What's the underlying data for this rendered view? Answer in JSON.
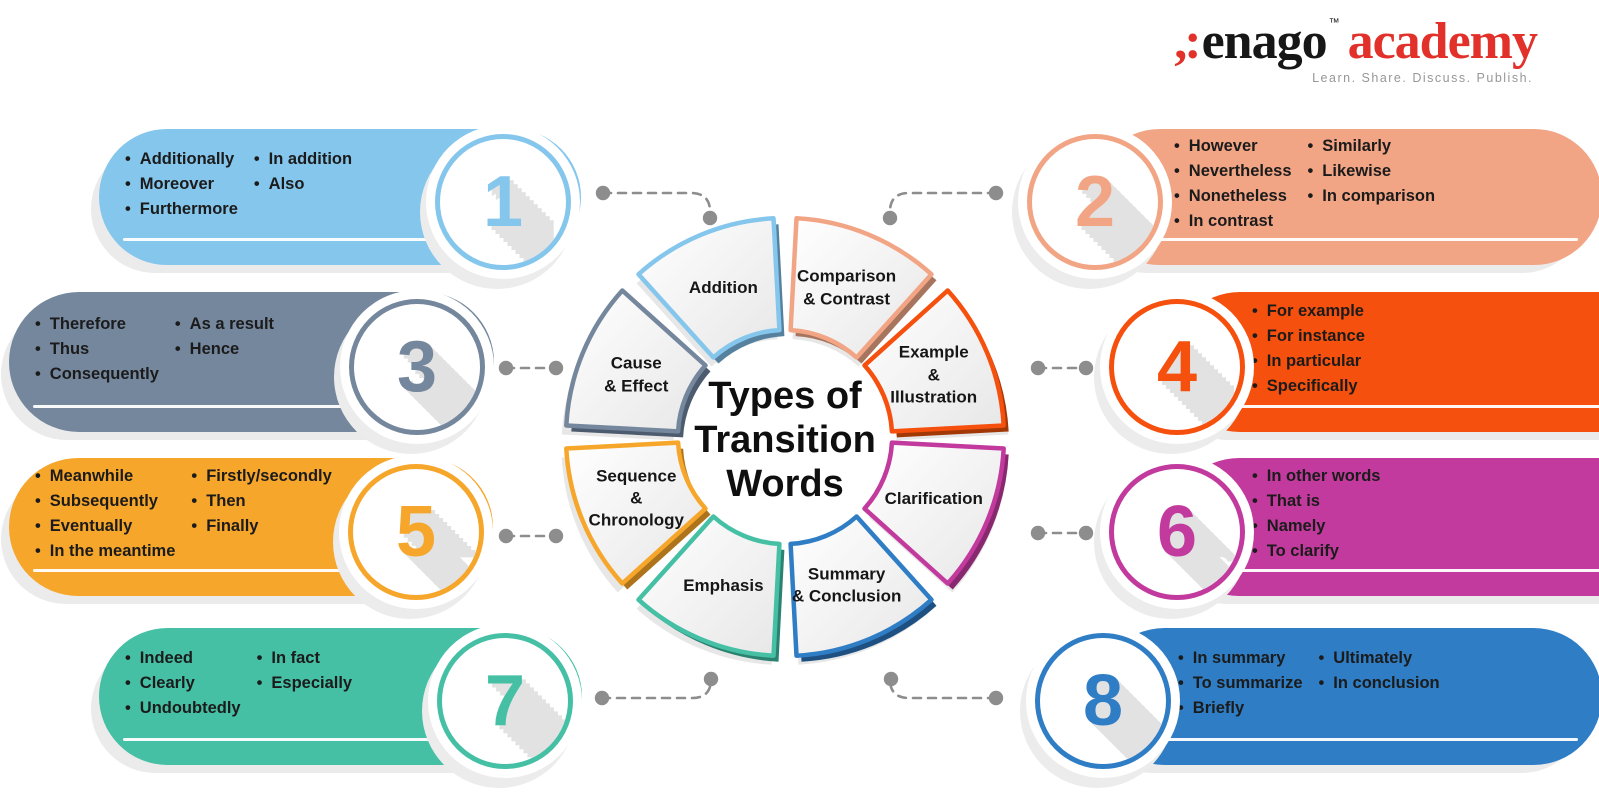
{
  "logo": {
    "mark": ",:",
    "name": "enago",
    "tm": "™",
    "suffix": "academy",
    "tagline": "Learn. Share. Discuss. Publish."
  },
  "center_title": {
    "lines": [
      "Types of",
      "Transition",
      "Words"
    ]
  },
  "wheel": {
    "segments": [
      {
        "label": "Addition",
        "lines": [
          "Addition"
        ],
        "color": "#85C6EC",
        "dark_color": "#55819F",
        "mid_angle": 337.5
      },
      {
        "label": "Comparison & Contrast",
        "lines": [
          "Comparison",
          "& Contrast"
        ],
        "color": "#F2A585",
        "dark_color": "#A7745E",
        "mid_angle": 22.5
      },
      {
        "label": "Example & Illustration",
        "lines": [
          "Example",
          "&",
          "Illustration"
        ],
        "color": "#F5500D",
        "dark_color": "#A23806",
        "mid_angle": 67.5
      },
      {
        "label": "Clarification",
        "lines": [
          "Clarification"
        ],
        "color": "#C23A9D",
        "dark_color": "#88286E",
        "mid_angle": 112.5
      },
      {
        "label": "Summary & Conclusion",
        "lines": [
          "Summary",
          "& Conclusion"
        ],
        "color": "#2F7DC5",
        "dark_color": "#1E5182",
        "mid_angle": 157.5
      },
      {
        "label": "Emphasis",
        "lines": [
          "Emphasis"
        ],
        "color": "#45C0A5",
        "dark_color": "#2B8270",
        "mid_angle": 202.5
      },
      {
        "label": "Sequence & Chronology",
        "lines": [
          "Sequence",
          "&",
          "Chronology"
        ],
        "color": "#F6A62B",
        "dark_color": "#AD741B",
        "mid_angle": 247.5
      },
      {
        "label": "Cause & Effect",
        "lines": [
          "Cause",
          "& Effect"
        ],
        "color": "#75879D",
        "dark_color": "#4C5B6E",
        "mid_angle": 292.5
      }
    ]
  },
  "pills": [
    {
      "number": "1",
      "category": "Addition",
      "color": "#85C6EC",
      "side": "left",
      "columns": [
        [
          "Additionally",
          "Moreover",
          "Furthermore"
        ],
        [
          "In addition",
          "Also"
        ]
      ]
    },
    {
      "number": "2",
      "category": "Comparison & Contrast",
      "color": "#F2A585",
      "side": "right",
      "columns": [
        [
          "However",
          "Nevertheless",
          "Nonetheless",
          "In contrast"
        ],
        [
          "Similarly",
          "Likewise",
          "In comparison"
        ]
      ]
    },
    {
      "number": "3",
      "category": "Cause & Effect",
      "color": "#75879D",
      "side": "left",
      "columns": [
        [
          "Therefore",
          "Thus",
          "Consequently"
        ],
        [
          "As a result",
          "Hence"
        ]
      ]
    },
    {
      "number": "4",
      "category": "Example & Illustration",
      "color": "#F5500D",
      "side": "right",
      "columns": [
        [
          "For example",
          "For instance",
          "In particular",
          "Specifically"
        ]
      ]
    },
    {
      "number": "5",
      "category": "Sequence & Chronology",
      "color": "#F6A62B",
      "side": "left",
      "columns": [
        [
          "Meanwhile",
          "Subsequently",
          "Eventually",
          "In the meantime"
        ],
        [
          "Firstly/secondly",
          "Then",
          "Finally"
        ]
      ]
    },
    {
      "number": "6",
      "category": "Clarification",
      "color": "#C23A9D",
      "side": "right",
      "columns": [
        [
          "In other words",
          "That is",
          "Namely",
          "To clarify"
        ]
      ]
    },
    {
      "number": "7",
      "category": "Emphasis",
      "color": "#45C0A5",
      "side": "left",
      "columns": [
        [
          "Indeed",
          "Clearly",
          "Undoubtedly"
        ],
        [
          "In fact",
          "Especially"
        ]
      ]
    },
    {
      "number": "8",
      "category": "Summary & Conclusion",
      "color": "#2F7DC5",
      "side": "right",
      "columns": [
        [
          "In summary",
          "To summarize",
          "Briefly"
        ],
        [
          "Ultimately",
          "In conclusion"
        ]
      ]
    }
  ]
}
